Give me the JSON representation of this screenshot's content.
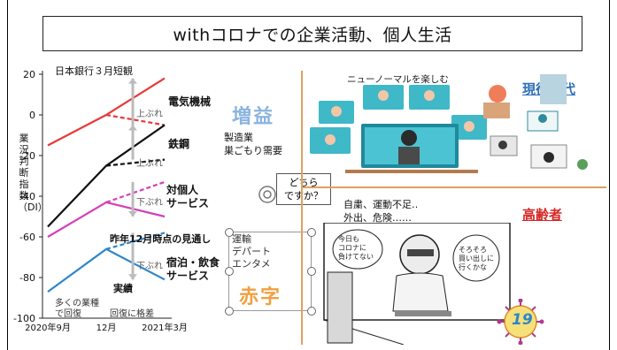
{
  "title": "withコロナでの企業活動、個人生活",
  "chart": {
    "source_label": "日本銀行３月短観",
    "ylabel": "業況判断指数（DI）",
    "yticks": [
      "20",
      "0",
      "-20",
      "-40",
      "-60",
      "-80",
      "-100"
    ],
    "xticks": [
      "2020年9月",
      "12月",
      "2021年3月"
    ],
    "series_labels": [
      "電気機械",
      "鉄鋼",
      "対個人\nサービス",
      "宿泊・飲食\nサービス"
    ],
    "up_label": "上ぶれ",
    "down_label": "下ぶれ",
    "forecast_note": "昨年12月時点の見通し",
    "actual_label": "実績",
    "recover_note": "多くの業種\nで回復",
    "gap_note": "回復に格差",
    "colors": {
      "electric": "#e83a3a",
      "steel": "#111111",
      "personal": "#d63fb8",
      "hotel": "#2e86c9"
    }
  },
  "chart_data": {
    "type": "line",
    "title": "日本銀行３月短観",
    "ylabel": "業況判断指数（DI）",
    "x": [
      "2020年9月",
      "12月",
      "2021年3月"
    ],
    "ylim": [
      -100,
      20
    ],
    "series": [
      {
        "name": "電気機械",
        "values": [
          -15,
          0,
          18
        ],
        "forecast_march": -5
      },
      {
        "name": "鉄鋼",
        "values": [
          -55,
          -25,
          -5
        ],
        "forecast_march": -22
      },
      {
        "name": "対個人サービス",
        "values": [
          -60,
          -43,
          -50
        ],
        "forecast_march": -33
      },
      {
        "name": "宿泊・飲食サービス",
        "values": [
          -87,
          -66,
          -81
        ],
        "forecast_march": -58
      }
    ]
  },
  "middle": {
    "increase_label": "増益",
    "increase_items": "製造業\n巣ごもり需要",
    "question": "どちら\nですか？",
    "decrease_items": "運輸\nデパート\nエンタメ",
    "decrease_label": "赤字"
  },
  "right": {
    "new_normal_label": "ニューノーマルを楽しむ",
    "working_label": "現役世代",
    "elderly_label": "高齢者",
    "elderly_note": "自粛、運動不足‥\n外出、危険‥‥‥",
    "cartoon_text_1": "今日も\nコロナに\n負けてない",
    "cartoon_text_2": "そろそろ\n買い出しに\n行くかな",
    "virus_number": "19"
  }
}
